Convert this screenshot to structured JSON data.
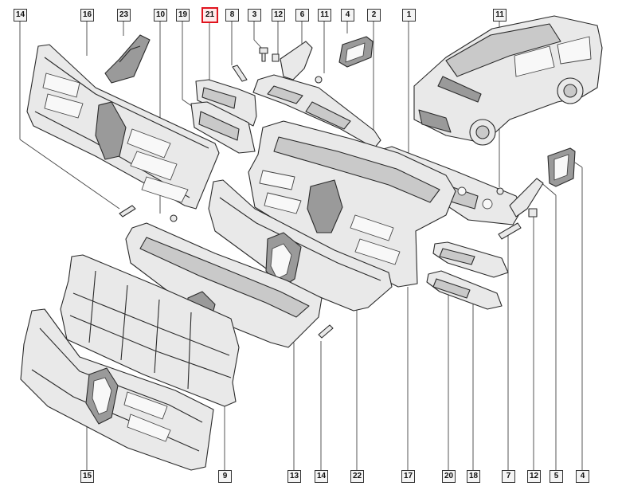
{
  "callouts": {
    "c14_top": "14",
    "c16": "16",
    "c23": "23",
    "c10": "10",
    "c19": "19",
    "c21": "21",
    "c8": "8",
    "c3": "3",
    "c12_top": "12",
    "c6": "6",
    "c11_top": "11",
    "c4_top": "4",
    "c2": "2",
    "c1": "1",
    "c11_right": "11",
    "c15": "15",
    "c9": "9",
    "c13": "13",
    "c14_bot": "14",
    "c22": "22",
    "c17": "17",
    "c20": "20",
    "c18": "18",
    "c7": "7",
    "c12_bot": "12",
    "c5": "5",
    "c4_bot": "4"
  },
  "highlight": {
    "color": "#e0141e"
  },
  "icons": {
    "vehicle": "suv-vehicle-icon"
  }
}
